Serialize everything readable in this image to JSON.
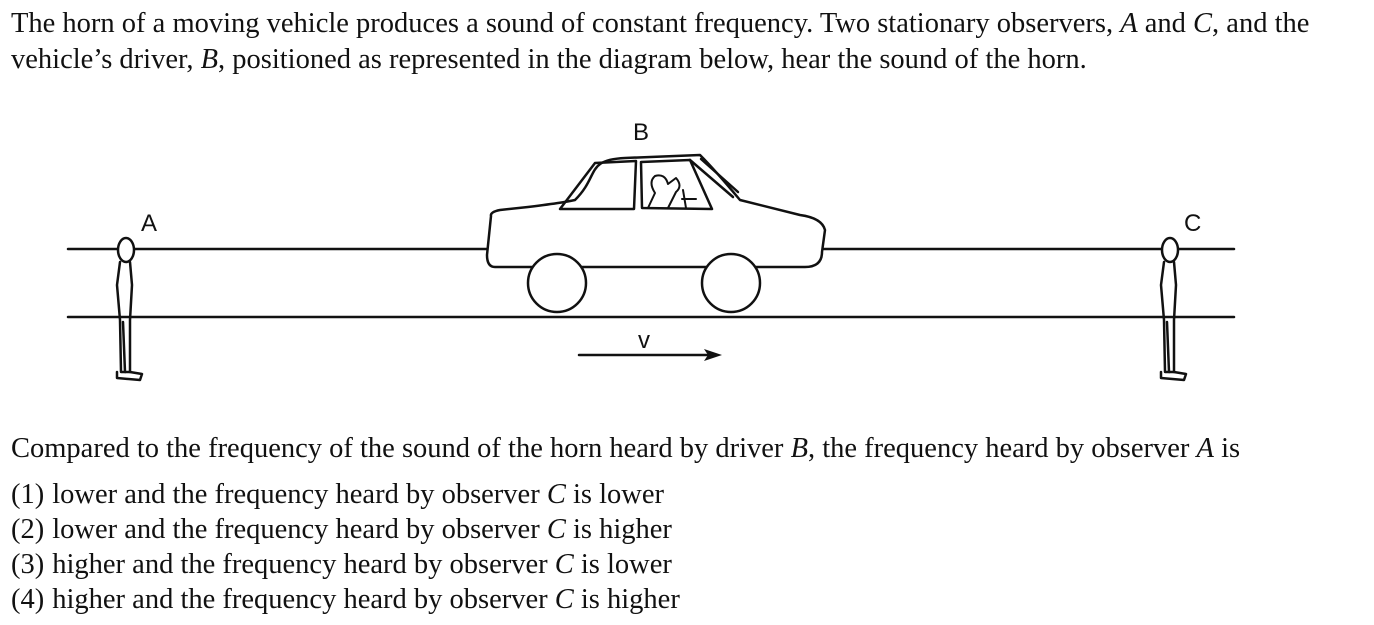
{
  "intro": {
    "part1": "The horn of a moving vehicle produces a sound of constant frequency. Two stationary observers, ",
    "obs_a": "A",
    "part2": " and ",
    "obs_c": "C",
    "part3": ", and the vehicle’s driver, ",
    "driver": "B",
    "part4": ", positioned as represented in the diagram below, hear the sound of the horn."
  },
  "diagram": {
    "label_a": "A",
    "label_b": "B",
    "label_c": "C",
    "velocity_label": "v"
  },
  "question": {
    "part1": "Compared to the frequency of the sound of the horn heard by driver ",
    "driver": "B",
    "part2": ", the frequency heard by observer ",
    "observer": "A",
    "part3": " is"
  },
  "choices": [
    {
      "number": "(1)",
      "pre": "lower and the frequency heard by observer ",
      "observer": "C",
      "post": " is lower"
    },
    {
      "number": "(2)",
      "pre": "lower and the frequency heard by observer ",
      "observer": "C",
      "post": " is higher"
    },
    {
      "number": "(3)",
      "pre": "higher and the frequency heard by observer ",
      "observer": "C",
      "post": " is lower"
    },
    {
      "number": "(4)",
      "pre": "higher and the frequency heard by observer ",
      "observer": "C",
      "post": " is higher"
    }
  ]
}
